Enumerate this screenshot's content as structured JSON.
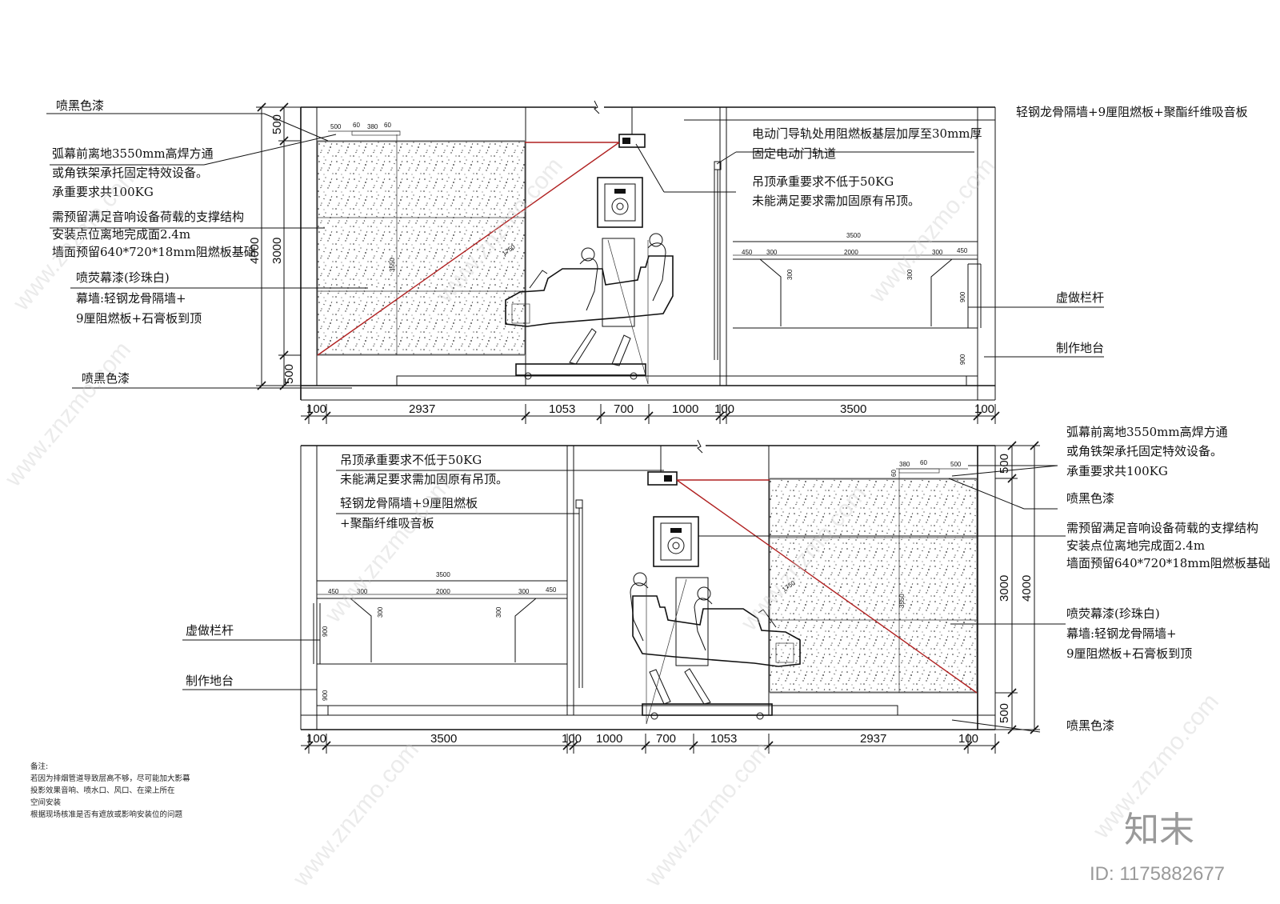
{
  "upper": {
    "labels": {
      "paint_top": "喷黑色漆",
      "screen_note_1": "弧幕前离地3550mm高焊方通",
      "screen_note_2": "或角铁架承托固定特效设备。",
      "screen_note_3": "承重要求共100KG",
      "audio_note_1": "需预留满足音响设备荷载的支撑结构",
      "audio_note_2": "安装点位离地完成面2.4m",
      "audio_note_3": "墙面预留640*720*18mm阻燃板基础",
      "screen_paint": "喷荧幕漆(珍珠白)",
      "curtain_1": "幕墙:轻钢龙骨隔墙+",
      "curtain_2": "9厘阻燃板+石膏板到顶",
      "paint_bottom": "喷黑色漆",
      "wall_spec": "轻钢龙骨隔墙+9厘阻燃板+聚酯纤维吸音板",
      "door_1": "电动门导轨处用阻燃板基层加厚至30mm厚",
      "door_2": "固定电动门轨道",
      "ceiling_1": "吊顶承重要求不低于50KG",
      "ceiling_2": "未能满足要求需加固原有吊顶。",
      "railing": "虚做栏杆",
      "platform": "制作地台"
    },
    "vdims": [
      "500",
      "3000",
      "4000",
      "500"
    ],
    "hdims": [
      "100",
      "2937",
      "1053",
      "700",
      "1000",
      "100",
      "3500",
      "100"
    ],
    "small": {
      "top": [
        "500",
        "60",
        "380",
        "60"
      ],
      "screen_h": "3550",
      "diag": "1750",
      "rail_total": "3500",
      "rail_parts": [
        "450",
        "300",
        "2000",
        "300",
        "450"
      ],
      "rail_h": [
        "300",
        "300"
      ],
      "heights": [
        "900",
        "900"
      ]
    }
  },
  "lower": {
    "labels": {
      "ceiling_1": "吊顶承重要求不低于50KG",
      "ceiling_2": "未能满足要求需加固原有吊顶。",
      "wall_1": "轻钢龙骨隔墙+9厘阻燃板",
      "wall_2": "+聚酯纤维吸音板",
      "screen_note_1": "弧幕前离地3550mm高焊方通",
      "screen_note_2": "或角铁架承托固定特效设备。",
      "screen_note_3": "承重要求共100KG",
      "paint_top": "喷黑色漆",
      "audio_note_1": "需预留满足音响设备荷载的支撑结构",
      "audio_note_2": "安装点位离地完成面2.4m",
      "audio_note_3": "墙面预留640*720*18mm阻燃板基础",
      "screen_paint": "喷荧幕漆(珍珠白)",
      "curtain_1": "幕墙:轻钢龙骨隔墙+",
      "curtain_2": "9厘阻燃板+石膏板到顶",
      "paint_bottom": "喷黑色漆",
      "railing": "虚做栏杆",
      "platform": "制作地台"
    },
    "vdims": [
      "500",
      "3000",
      "4000",
      "500"
    ],
    "hdims": [
      "100",
      "3500",
      "100",
      "1000",
      "700",
      "1053",
      "2937",
      "100"
    ],
    "small": {
      "top": [
        "380",
        "60",
        "500",
        "60"
      ],
      "screen_h": "3550",
      "diag": "1750",
      "rail_total": "3500",
      "rail_parts": [
        "450",
        "300",
        "2000",
        "300",
        "450"
      ],
      "rail_h": [
        "300",
        "300"
      ],
      "heights": [
        "900",
        "900"
      ]
    }
  },
  "notes": {
    "title": "备注:",
    "lines": [
      "若因为排烟管道导致层高不够，尽可能加大影幕",
      "投影效果音响、喷水口、风口、在梁上所在",
      "空间安装",
      "根据现场核准是否有遮放或影响安装位的问题"
    ]
  },
  "watermark": {
    "text": "www.znzmo.com",
    "brand": "知末",
    "id_text": "ID: 1175882677"
  }
}
